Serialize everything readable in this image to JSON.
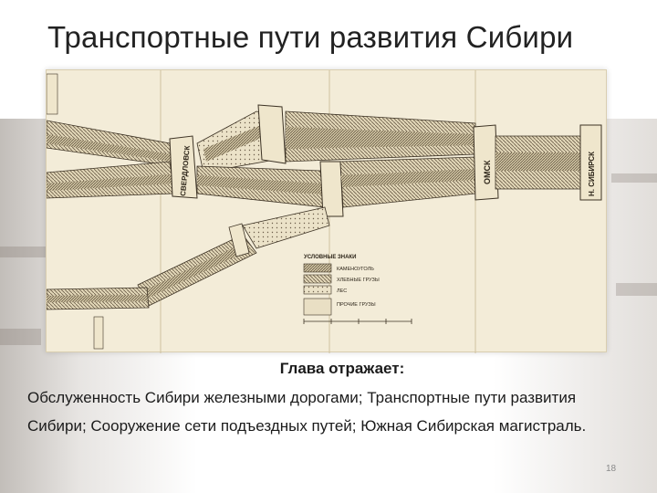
{
  "slide": {
    "title": "Транспортные пути развития Сибири",
    "page_number": "18"
  },
  "map": {
    "station_labels": [
      "СВЕРДЛОВСК",
      "ОМСК",
      "Н. СИБИРСК"
    ],
    "legend_title": "УСЛОВНЫЕ ЗНАКИ",
    "legend_items": [
      "КАМЕНОУГОЛЬ",
      "ХЛЕБНЫЕ ГРУЗЫ",
      "ЛЕС",
      "ПРОЧИЕ ГРУЗЫ"
    ],
    "colors": {
      "paper": "#f3ecd8",
      "band_fill": "#e2d7b8",
      "hatch": "#6b5d49",
      "ink": "#3d3325"
    }
  },
  "content": {
    "heading": "Глава отражает:",
    "body": "Обслуженность Сибири железными дорогами; Транспортные пути развития Сибири; Сооружение сети подъездных путей; Южная Сибирская магистраль."
  }
}
